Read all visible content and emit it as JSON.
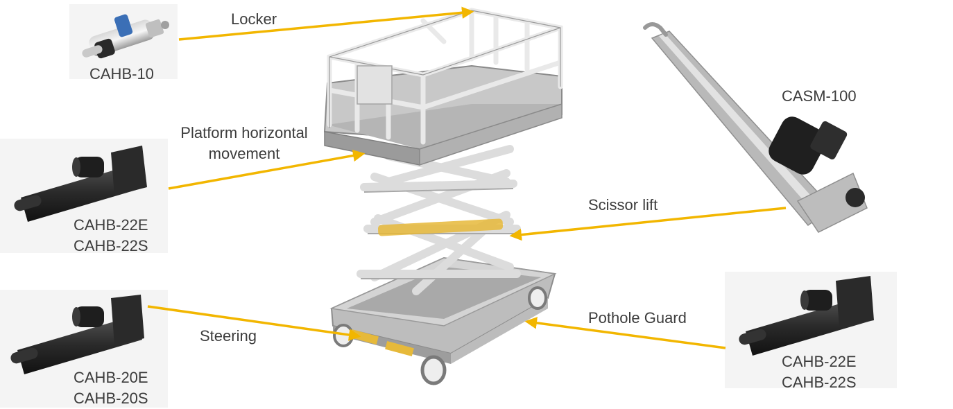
{
  "labels": {
    "locker": "Locker",
    "platform_line1": "Platform horizontal",
    "platform_line2": "movement",
    "scissor_lift": "Scissor lift",
    "steering": "Steering",
    "pothole_guard": "Pothole Guard"
  },
  "products": {
    "cahb10": "CAHB-10",
    "casm100": "CASM-100",
    "cahb22_left": [
      "CAHB-22E",
      "CAHB-22S"
    ],
    "cahb20": [
      "CAHB-20E",
      "CAHB-20S"
    ],
    "cahb22_right": [
      "CAHB-22E",
      "CAHB-22S"
    ]
  },
  "colors": {
    "arrow": "#f2b600",
    "frame": "#c9c9c9",
    "frame_dark": "#8e8e8e",
    "actuator": "#2b2b2b",
    "highlight": "#e6b93a"
  }
}
